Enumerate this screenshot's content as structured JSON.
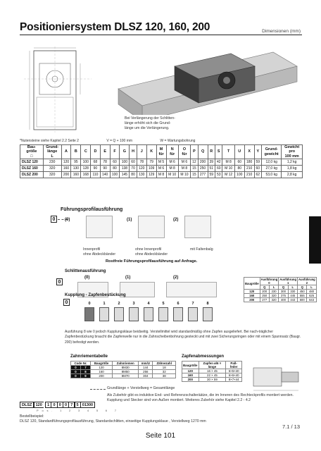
{
  "header": {
    "title": "Positioniersystem DLSZ 120, 160, 200",
    "subtitle_right": "Dimensionen (mm)"
  },
  "image_note": {
    "lines": [
      "Bei Verlängerung der Schlitten-",
      "länge erhöht sich die Grund-",
      "länge um die Verlängerung."
    ]
  },
  "footnotes": {
    "nut_note": "*Nutensteine siehe Kapitel 2.2 Seite 2",
    "v_formula": "V = Q + 100 mm",
    "w_formula": "W = Wartungsbohrung"
  },
  "spec_table": {
    "headers": [
      "Bau-\ngröße\n□",
      "Grund-\nlänge\nL",
      "A",
      "B",
      "C",
      "D",
      "E",
      "F",
      "G",
      "H",
      "J",
      "K",
      "M\nfür",
      "N\nfür",
      "O\nfür",
      "P",
      "Q",
      "R",
      "S",
      "T",
      "U",
      "X",
      "Y",
      "Grund-\ngewicht",
      "Gewicht\npro\n100 mm"
    ],
    "rows": [
      [
        "DLSZ 120",
        "230",
        "120",
        "95",
        "100",
        "68",
        "78",
        "60",
        "100",
        "60",
        "78",
        "79",
        "M 5",
        "M 6",
        "M 6",
        "12",
        "200",
        "39",
        "42",
        "M 8",
        "60",
        "180",
        "59",
        "12,0 kg",
        "1,2 kg"
      ],
      [
        "DLSZ 160",
        "320",
        "160",
        "130",
        "128",
        "90",
        "90",
        "80",
        "138",
        "70",
        "120",
        "109",
        "M 6",
        "M 8",
        "M 8",
        "15",
        "250",
        "51",
        "60",
        "M 10",
        "80",
        "210",
        "60",
        "27,0 kg",
        "1,8 kg"
      ],
      [
        "DLSZ 200",
        "320",
        "200",
        "160",
        "168",
        "110",
        "140",
        "100",
        "145",
        "80",
        "130",
        "129",
        "M 8",
        "M 10",
        "M 10",
        "15",
        "277",
        "59",
        "53",
        "M 12",
        "100",
        "210",
        "62",
        "53,0 kg",
        "2,8 kg"
      ]
    ]
  },
  "profile_section": {
    "title": "Führungsprofilausführung",
    "box_number": "0",
    "options": [
      {
        "code": "(0)",
        "lines": [
          "Innenprofil",
          "ohne Abdeckbänder"
        ]
      },
      {
        "code": "(1)",
        "lines": [
          "ohne Innenprofil",
          "ohne Abdeckbänder"
        ]
      },
      {
        "code": "(2)",
        "lines": [
          "mit Faltenbalg"
        ]
      }
    ],
    "note": "Rostfreie Führungsprofilausführung auf Anfrage."
  },
  "slide_section": {
    "title": "Schlittenausführung",
    "box_number": "0",
    "options": [
      "(0)",
      "(1)",
      "(2)"
    ],
    "table": {
      "headers_top": [
        "Baugröße",
        "Ausführung 0",
        "Ausführung 1",
        "Ausführung 2"
      ],
      "headers_sub": [
        "Q",
        "L",
        "Q",
        "L",
        "Q",
        "L"
      ],
      "rows": [
        [
          "120",
          "200",
          "230",
          "300",
          "330",
          "450",
          "480"
        ],
        [
          "160",
          "250",
          "320",
          "375",
          "445",
          "555",
          "625"
        ],
        [
          "200",
          "277",
          "320",
          "400",
          "443",
          "600",
          "643"
        ]
      ]
    }
  },
  "coupling_section": {
    "title": "Kupplung - Zapfenbestückung",
    "box_number": "0",
    "positions": [
      "0",
      "1",
      "2",
      "3",
      "4",
      "5",
      "6",
      "7",
      "8"
    ],
    "text": "Ausführung 8 wie 0 jedoch Kupplungsklaue beidseitig. Verstellmittel wird standardmäßig ohne Zapfen ausgeliefert. Bei nach-träglicher Zapfenbestückung braucht die Zapfenwelle nur in die Zahnscheibenbohrung gesteckt und mit zwei Sicherungsringen oder mit einem Spannsatz (Baugr. 200) befestigt werden."
  },
  "gear_table": {
    "title": "Zahnriementabelle",
    "headers": [
      "Code Nr.",
      "Baugröße",
      "Zahnriemen",
      "mm/U",
      "Zähnezahl"
    ],
    "rows": [
      [
        "0",
        "7",
        "120",
        "8M30",
        "144",
        "18"
      ],
      [
        "0",
        "8",
        "160",
        "8M50",
        "256",
        "32"
      ],
      [
        "0",
        "9",
        "200",
        "8M70",
        "304",
        "38"
      ]
    ]
  },
  "pin_table": {
    "title": "Zapfenabmessungen",
    "headers": [
      "Baugröße",
      "Zapfen ø/6 × länge",
      "Paß-feder"
    ],
    "rows": [
      [
        "120",
        "16 × 45",
        "5×5×40"
      ],
      [
        "160",
        "22 × 45",
        "6×6×40"
      ],
      [
        "200",
        "30 × 59",
        "8×7×44"
      ]
    ]
  },
  "order": {
    "annotation_total": "Grundlänge + Verstellweg = Gesamtlänge",
    "annotation_note": "Als Zubehör gibt es induktive End- und Referenzschalteräätze, die im Inneren des Rechteckprofils montiert werden. Kupplung und Stecker sind von Außen montiert. Weiteres Zubehör siehe Kapitel 2.2 - 4.2",
    "code": [
      "DLSZ",
      "120",
      "1",
      "0",
      "0",
      "0",
      "7",
      "5",
      "01300"
    ],
    "indices": "Pos.  1  2  3  4  5  6  7",
    "example_label": "Bestellbeispiel:",
    "example_text": "DLSZ 120, Standardführungsprofilausführung, Standardschlitten, einseitige Kupplungsklaue , Verstellweg 1270 mm"
  },
  "footer": {
    "page_code": "7.1 / 13",
    "seite": "Seite 101"
  }
}
